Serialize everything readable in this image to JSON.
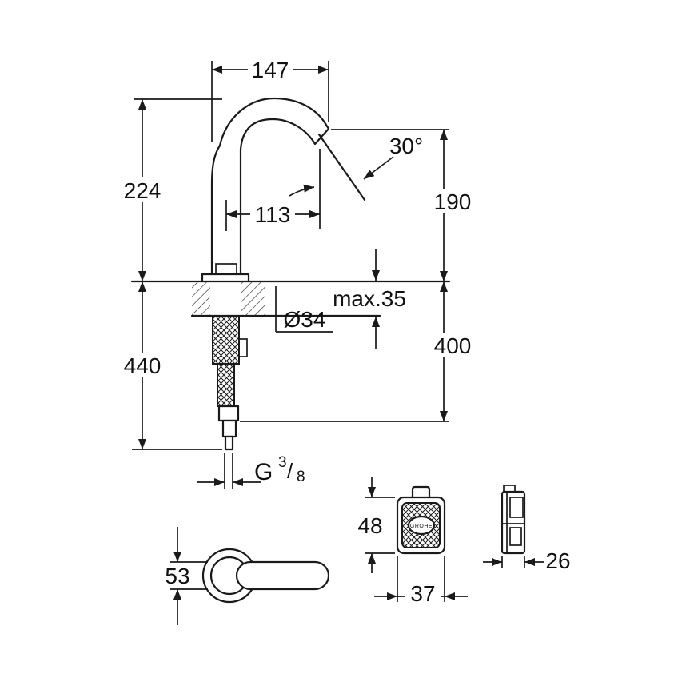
{
  "drawing": {
    "kind": "technical-dimension-drawing",
    "subject": "sensor faucet with control box, installation dimensions",
    "units": "mm",
    "line_color": "#1a1a1a",
    "main_view": {
      "spout_reach": "147",
      "spout_angle": "30°",
      "height_to_top": "224",
      "spout_projection": "113",
      "outlet_height": "190",
      "max_counter_thickness": "max.35",
      "hole_diameter": "Ø34",
      "supply_length": "400",
      "below_deck_length": "440",
      "thread": {
        "prefix": "G",
        "numerator": "3",
        "slash": "/",
        "denominator": "8"
      }
    },
    "handle_view": {
      "height": "53"
    },
    "control_box_front": {
      "height": "48",
      "width": "37",
      "badge": "GROHE"
    },
    "control_box_side": {
      "depth": "26"
    }
  }
}
